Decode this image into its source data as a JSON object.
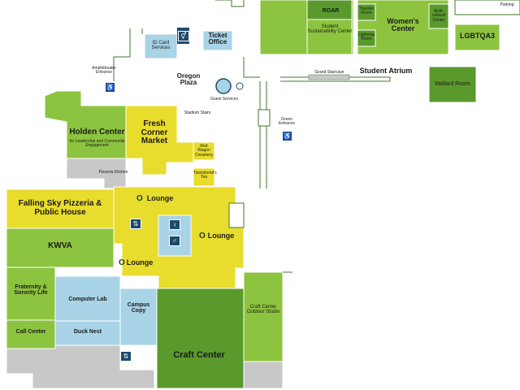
{
  "colors": {
    "light_green": "#8cc43f",
    "dark_green": "#5a9a2c",
    "yellow": "#e8dc2c",
    "blue": "#a9d3e6",
    "gray": "#c8c8c8",
    "navy": "#1f4a6b",
    "corridor_stroke": "#3e7a2a"
  },
  "rooms": {
    "roar": "ROAR",
    "student_sustainability_center": "Student Sustainability Center",
    "thunder_room": "Thunder Room",
    "lightning_room": "Lightning Room",
    "womens_center": "Women's Center",
    "multicultural_center": "Multi-cultural Center",
    "parking": "Parking",
    "lgbtqa3": "LGBTQA3",
    "id_card_services": "ID Card Services",
    "ticket_office": "Ticket Office",
    "oregon_plaza": "Oregon Plaza",
    "guest_services": "Guest Services",
    "grand_staircase": "Grand Staircase",
    "student_atrium": "Student Atrium",
    "mallard_room": "Mallard Room",
    "amphitheater_entrance": "Amphitheater Entrance",
    "holden_center": "Holden Center",
    "holden_center_sub": "for Leadership and Community Engagement",
    "fresh_corner_market": "Fresh Corner Market",
    "stadium_stairs": "Stadium Stairs",
    "green_entrance": "Green Entrance",
    "red_wagon_creamery": "Red Wagon Creamery",
    "townshends_tea": "Townshend's Tea",
    "pizzeria_kitchen": "Pizzeria Kitchen",
    "falling_sky": "Falling Sky Pizzeria & Public House",
    "lounge_top": "Lounge",
    "lounge_right": "Lounge",
    "lounge_bottom": "Lounge",
    "kwva": "KWVA",
    "fraternity": "Fraternity & Sorority Life",
    "computer_lab": "Computer Lab",
    "campus_copy": "Campus Copy",
    "duck_nest": "Duck Nest",
    "call_center": "Call Center",
    "craft_center": "Craft Center",
    "craft_center_outdoor": "Craft Center Outdoor Studio"
  },
  "icons": [
    "restroom-icon",
    "accessible-icon",
    "stairs-icon",
    "oregon-o-icon",
    "guest-services-icon"
  ]
}
